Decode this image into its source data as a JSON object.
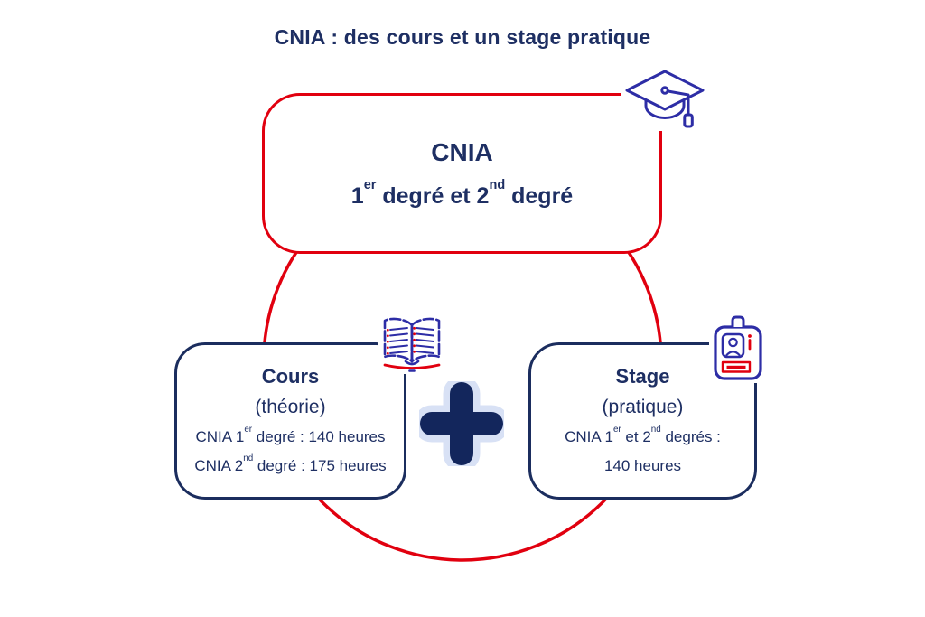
{
  "title": "CNIA : des cours et un stage pratique",
  "colors": {
    "red": "#e1000f",
    "navy_text": "#1e2f63",
    "box_border_navy": "#1b2d5e",
    "icon_blue": "#2d2da6",
    "plus_navy": "#13265c",
    "plus_halo": "#d8e1f5"
  },
  "top_box": {
    "line1": "CNIA",
    "line2": {
      "a": "1",
      "a_sup": "er",
      "b": " degré et 2",
      "b_sup": "nd",
      "c": " degré"
    }
  },
  "left_box": {
    "title": "Cours",
    "subtitle": "(théorie)",
    "line1": {
      "a": "CNIA 1",
      "a_sup": "er",
      "b": " degré : 140 heures"
    },
    "line2": {
      "a": "CNIA 2",
      "a_sup": "nd",
      "b": " degré : 175 heures"
    }
  },
  "right_box": {
    "title": "Stage",
    "subtitle": "(pratique)",
    "line1": {
      "a": "CNIA 1",
      "a_sup": "er",
      "b": " et 2",
      "b_sup": "nd",
      "c": " degrés :"
    },
    "line2": "140 heures"
  },
  "icons": {
    "top": "graduation-cap-icon",
    "left": "open-book-icon",
    "right": "id-badge-icon",
    "center": "plus-icon"
  }
}
